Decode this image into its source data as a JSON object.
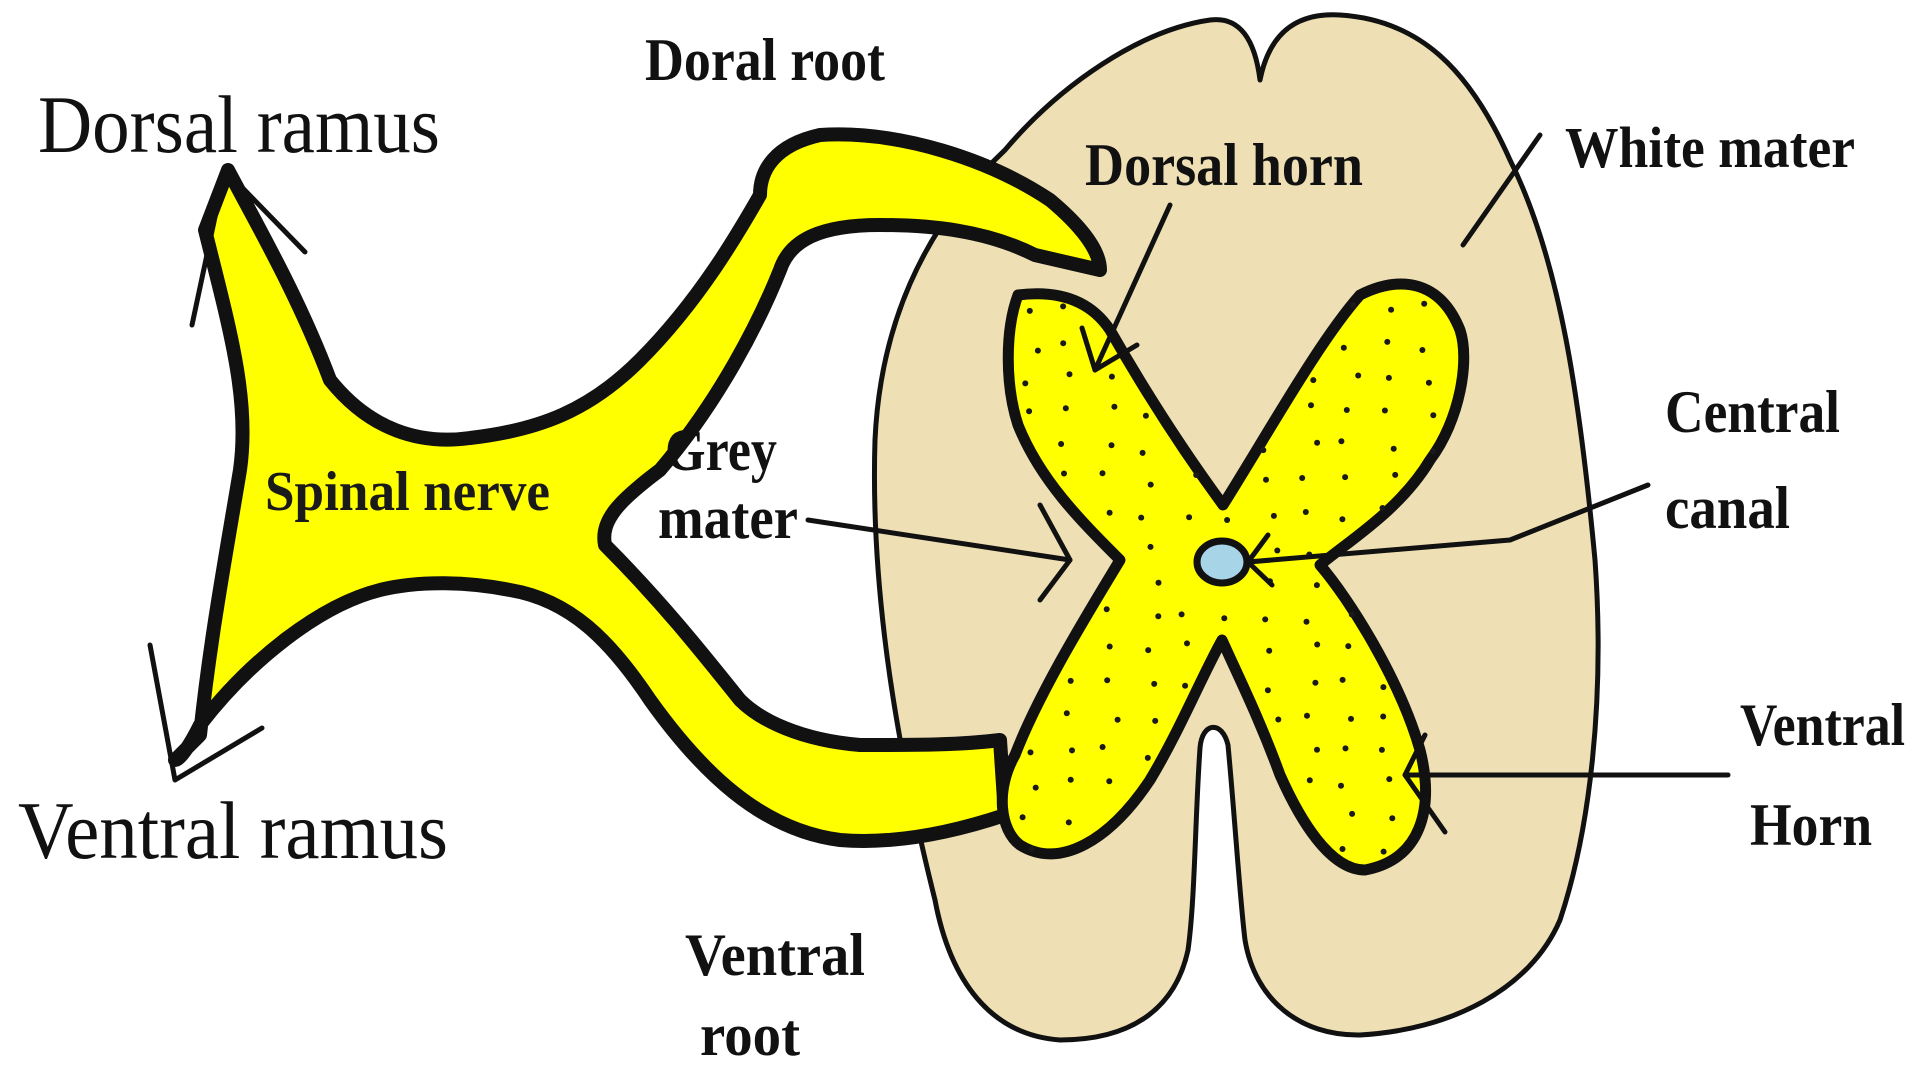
{
  "labels": {
    "dorsal_ramus": "Dorsal ramus",
    "doral_root": "Doral root",
    "dorsal_horn": "Dorsal horn",
    "white_mater": "White mater",
    "central": "Central",
    "canal": "canal",
    "grey": "Grey",
    "mater": "mater",
    "spinal_nerve": "Spinal nerve",
    "ventral_ramus": "Ventral ramus",
    "ventral_root_line1": "Ventral",
    "ventral_root_line2": "root",
    "ventral_horn_line1": "Ventral",
    "ventral_horn_line2": "Horn"
  },
  "colors": {
    "white_matter": "#eee0b4",
    "grey_matter": "#ffff00",
    "nerve": "#ffff00",
    "outline": "#111111",
    "central_canal": "#a8d4e8"
  }
}
